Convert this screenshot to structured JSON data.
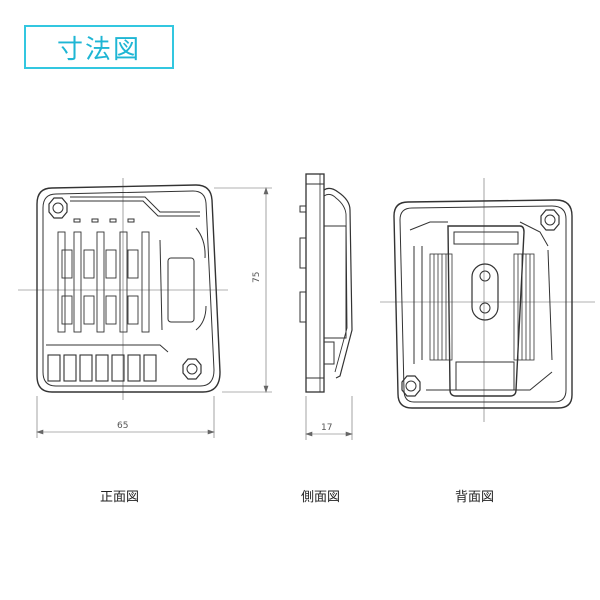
{
  "title": "寸法図",
  "dimensions": {
    "front_width": "65",
    "front_height": "75",
    "side_depth": "17"
  },
  "views": {
    "front": "正面図",
    "side": "側面図",
    "back": "背面図"
  },
  "colors": {
    "accent": "#33c7e0",
    "line": "#333333"
  }
}
